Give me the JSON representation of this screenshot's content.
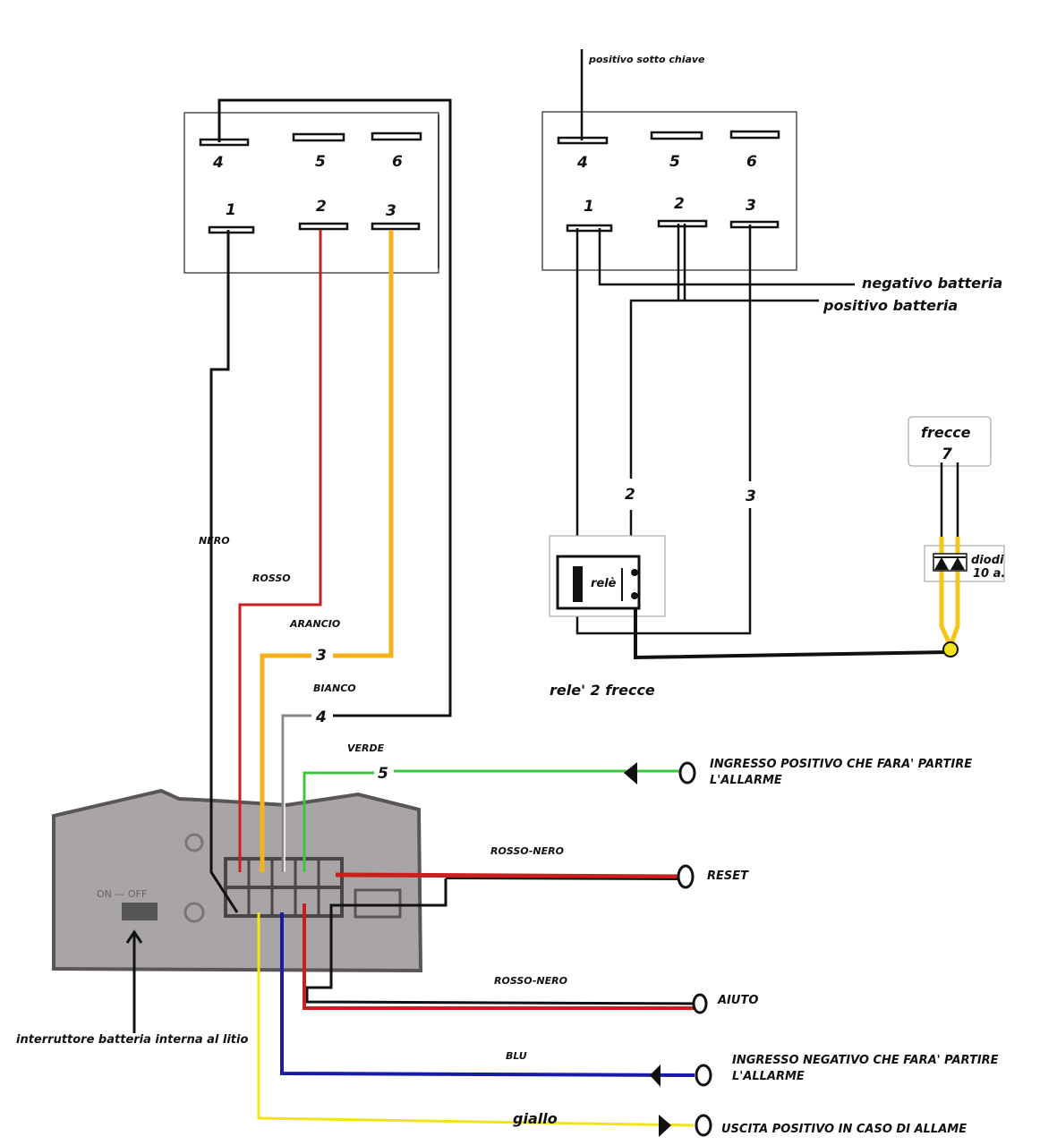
{
  "left_connector": {
    "pins": [
      "4",
      "5",
      "6",
      "1",
      "2",
      "3"
    ]
  },
  "right_connector": {
    "pins": [
      "4",
      "5",
      "6",
      "1",
      "2",
      "3"
    ],
    "top_label": "positivo sotto chiave"
  },
  "battery": {
    "negative": "negativo batteria",
    "positive": "positivo  batteria"
  },
  "relay": {
    "label": "relè",
    "caption": "rele' 2  frecce",
    "wire_2": "2",
    "wire_3": "3"
  },
  "indicators": {
    "label": "frecce",
    "number": "7",
    "diode_label_1": "diodi",
    "diode_label_2": "10 a."
  },
  "wires": {
    "nero": "NERO",
    "rosso": "ROSSO",
    "arancio": "ARANCIO",
    "arancio_num": "3",
    "bianco": "BIANCO",
    "bianco_num": "4",
    "verde": "VERDE",
    "verde_num": "5",
    "rosso_nero_1": "ROSSO-NERO",
    "rosso_nero_2": "ROSSO-NERO",
    "blu": "BLU",
    "giallo": "giallo"
  },
  "outputs": {
    "pos_in_1": "INGRESSO POSITIVO CHE FARA' PARTIRE",
    "pos_in_2": "L'ALLARME",
    "reset": "RESET",
    "aiuto": "AIUTO",
    "neg_in_1": "INGRESSO NEGATIVO CHE  FARA' PARTIRE",
    "neg_in_2": "L'ALLARME",
    "out": "USCITA POSITIVO IN CASO DI ALLAME"
  },
  "device": {
    "switch_label": "ON — OFF",
    "switch_caption": "interruttore batteria interna al litio"
  },
  "colors": {
    "red": "#c8201e",
    "orange": "#f5b21a",
    "green": "#3cc63c",
    "blue": "#1a1aa8",
    "yellow": "#f2e41a",
    "black": "#111111",
    "device": "#a9a5a7"
  }
}
